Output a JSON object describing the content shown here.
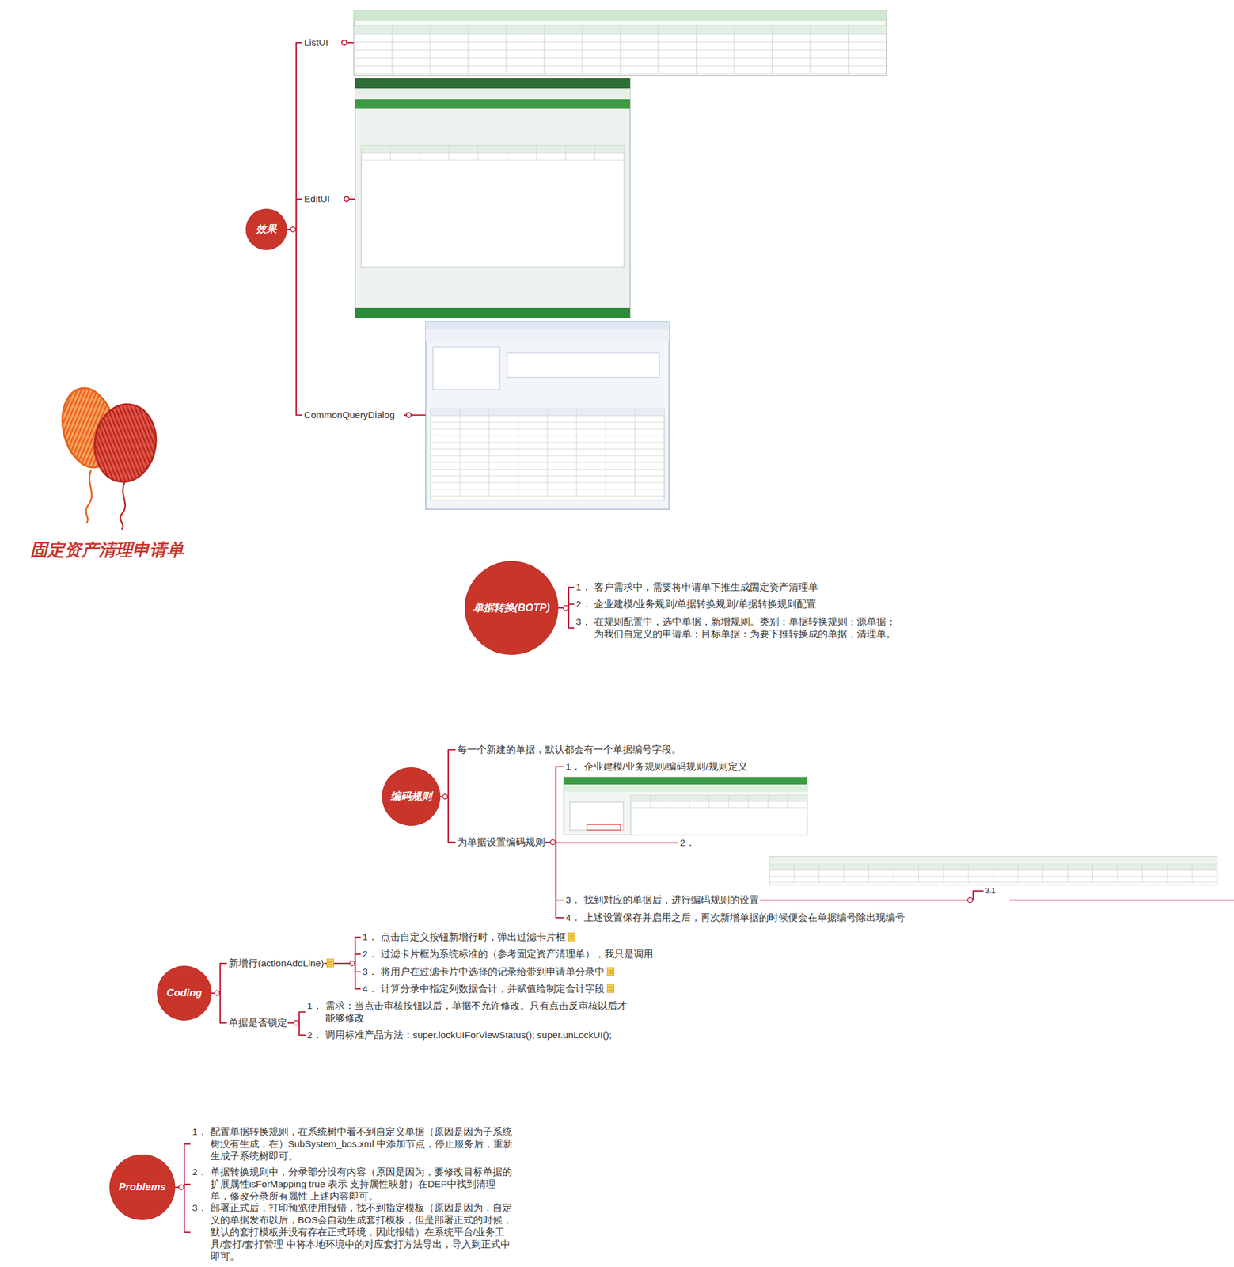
{
  "diagram": {
    "nodes": [
      {
        "text": [
          "固定资产清理申请单"
        ]
      },
      {
        "text": [
          "效果"
        ]
      },
      {
        "text": [
          "ListUI"
        ]
      },
      {
        "text": [
          "EditUI"
        ]
      },
      {
        "text": [
          "CommonQueryDialog"
        ]
      },
      {
        "text": [
          "单据转换(BOTP)"
        ]
      },
      {
        "text": [
          "1．",
          "客户需求中，需要将申请单下推生成固定资产清理单"
        ]
      },
      {
        "text": [
          "2．",
          "企业建模/业务规则/单据转换规则/单据转换规则配置"
        ]
      },
      {
        "text": [
          "3．",
          "在规则配置中，选中单据，新增规则。类别：单据转换规则；源单据：为我们自定义的申请单；目标单据：为要下推转换成的单据，清理单。"
        ]
      },
      {
        "text": [
          "编码规则"
        ]
      },
      {
        "text": [
          "每一个新建的单据，默认都会有一个单据编号字段。"
        ]
      },
      {
        "text": [
          "为单据设置编码规则"
        ]
      },
      {
        "text": [
          "1．",
          "企业建模/业务规则/编码规则/规则定义"
        ]
      },
      {
        "text": [
          "2．"
        ]
      },
      {
        "text": [
          "3．",
          "找到对应的单据后，进行编码规则的设置"
        ]
      },
      {
        "text": [
          "3.1"
        ]
      },
      {
        "text": [
          "4．",
          "上述设置保存并启用之后，再次新增单据的时候便会在单据编号除出现编号"
        ]
      },
      {
        "text": [
          "Coding"
        ]
      },
      {
        "text": [
          "新增行(actionAddLine)"
        ]
      },
      {
        "text": [
          "1．",
          "点击自定义按钮新增行时，弹出过滤卡片框"
        ]
      },
      {
        "text": [
          "2．",
          "过滤卡片框为系统标准的（参考固定资产清理单），我只是调用"
        ]
      },
      {
        "text": [
          "3．",
          "将用户在过滤卡片中选择的记录给带到申请单分录中"
        ]
      },
      {
        "text": [
          "4．",
          "计算分录中指定列数据合计，并赋值给制定合计字段"
        ]
      },
      {
        "text": [
          "单据是否锁定"
        ]
      },
      {
        "text": [
          "1．",
          "需求：当点击审核按钮以后，单据不允许修改。只有点击反审核以后才能够修改"
        ]
      },
      {
        "text": [
          "2．",
          "调用标准产品方法：super.lockUIForViewStatus(); super.unLockUI();"
        ]
      },
      {
        "text": [
          "Problems"
        ]
      },
      {
        "text": [
          "1．",
          "配置单据转换规则，在系统树中看不到自定义单据（原因是因为子系统树没有生成，在）SubSystem_bos.xml 中添加节点，停止服务后，重新生成子系统树即可。"
        ]
      },
      {
        "text": [
          "2．",
          "单据转换规则中，分录部分没有内容（原因是因为，要修改目标单据的扩展属性isForMapping true 表示 支持属性映射）在DEP中找到清理单，修改分录所有属性 上述内容即可。"
        ]
      },
      {
        "text": [
          "3．",
          "部署正式后，打印预览使用报错，找不到指定模板（原因是因为，自定义的单据发布以后，BOS会自动生成套打模板，但是部署正式的时候，默认的套打模板并没有存在正式环境，因此报错）在系统平台/业务工具/套打/套打管理 中将本地环境中的对应套打方法导出，导入到正式中即可。"
        ]
      }
    ],
    "edges": [
      {
        "from": 1,
        "to": 2,
        "arrow": "none"
      },
      {
        "from": 1,
        "to": 3,
        "arrow": "none"
      },
      {
        "from": 1,
        "to": 4,
        "arrow": "none"
      },
      {
        "from": 5,
        "to": 6,
        "arrow": "none"
      },
      {
        "from": 5,
        "to": 7,
        "arrow": "none"
      },
      {
        "from": 5,
        "to": 8,
        "arrow": "none"
      },
      {
        "from": 9,
        "to": 10,
        "arrow": "none"
      },
      {
        "from": 9,
        "to": 11,
        "arrow": "none"
      },
      {
        "from": 11,
        "to": 12,
        "arrow": "none"
      },
      {
        "from": 11,
        "to": 13,
        "arrow": "none"
      },
      {
        "from": 11,
        "to": 14,
        "arrow": "none"
      },
      {
        "from": 11,
        "to": 16,
        "arrow": "none"
      },
      {
        "from": 14,
        "to": 15,
        "arrow": "none"
      },
      {
        "from": 17,
        "to": 18,
        "arrow": "none"
      },
      {
        "from": 17,
        "to": 23,
        "arrow": "none"
      },
      {
        "from": 18,
        "to": 19,
        "arrow": "none"
      },
      {
        "from": 18,
        "to": 20,
        "arrow": "none"
      },
      {
        "from": 18,
        "to": 21,
        "arrow": "none"
      },
      {
        "from": 18,
        "to": 22,
        "arrow": "none"
      },
      {
        "from": 23,
        "to": 24,
        "arrow": "none"
      },
      {
        "from": 23,
        "to": 25,
        "arrow": "none"
      },
      {
        "from": 26,
        "to": 27,
        "arrow": "none"
      },
      {
        "from": 26,
        "to": 28,
        "arrow": "none"
      },
      {
        "from": 26,
        "to": 29,
        "arrow": "none"
      }
    ]
  }
}
